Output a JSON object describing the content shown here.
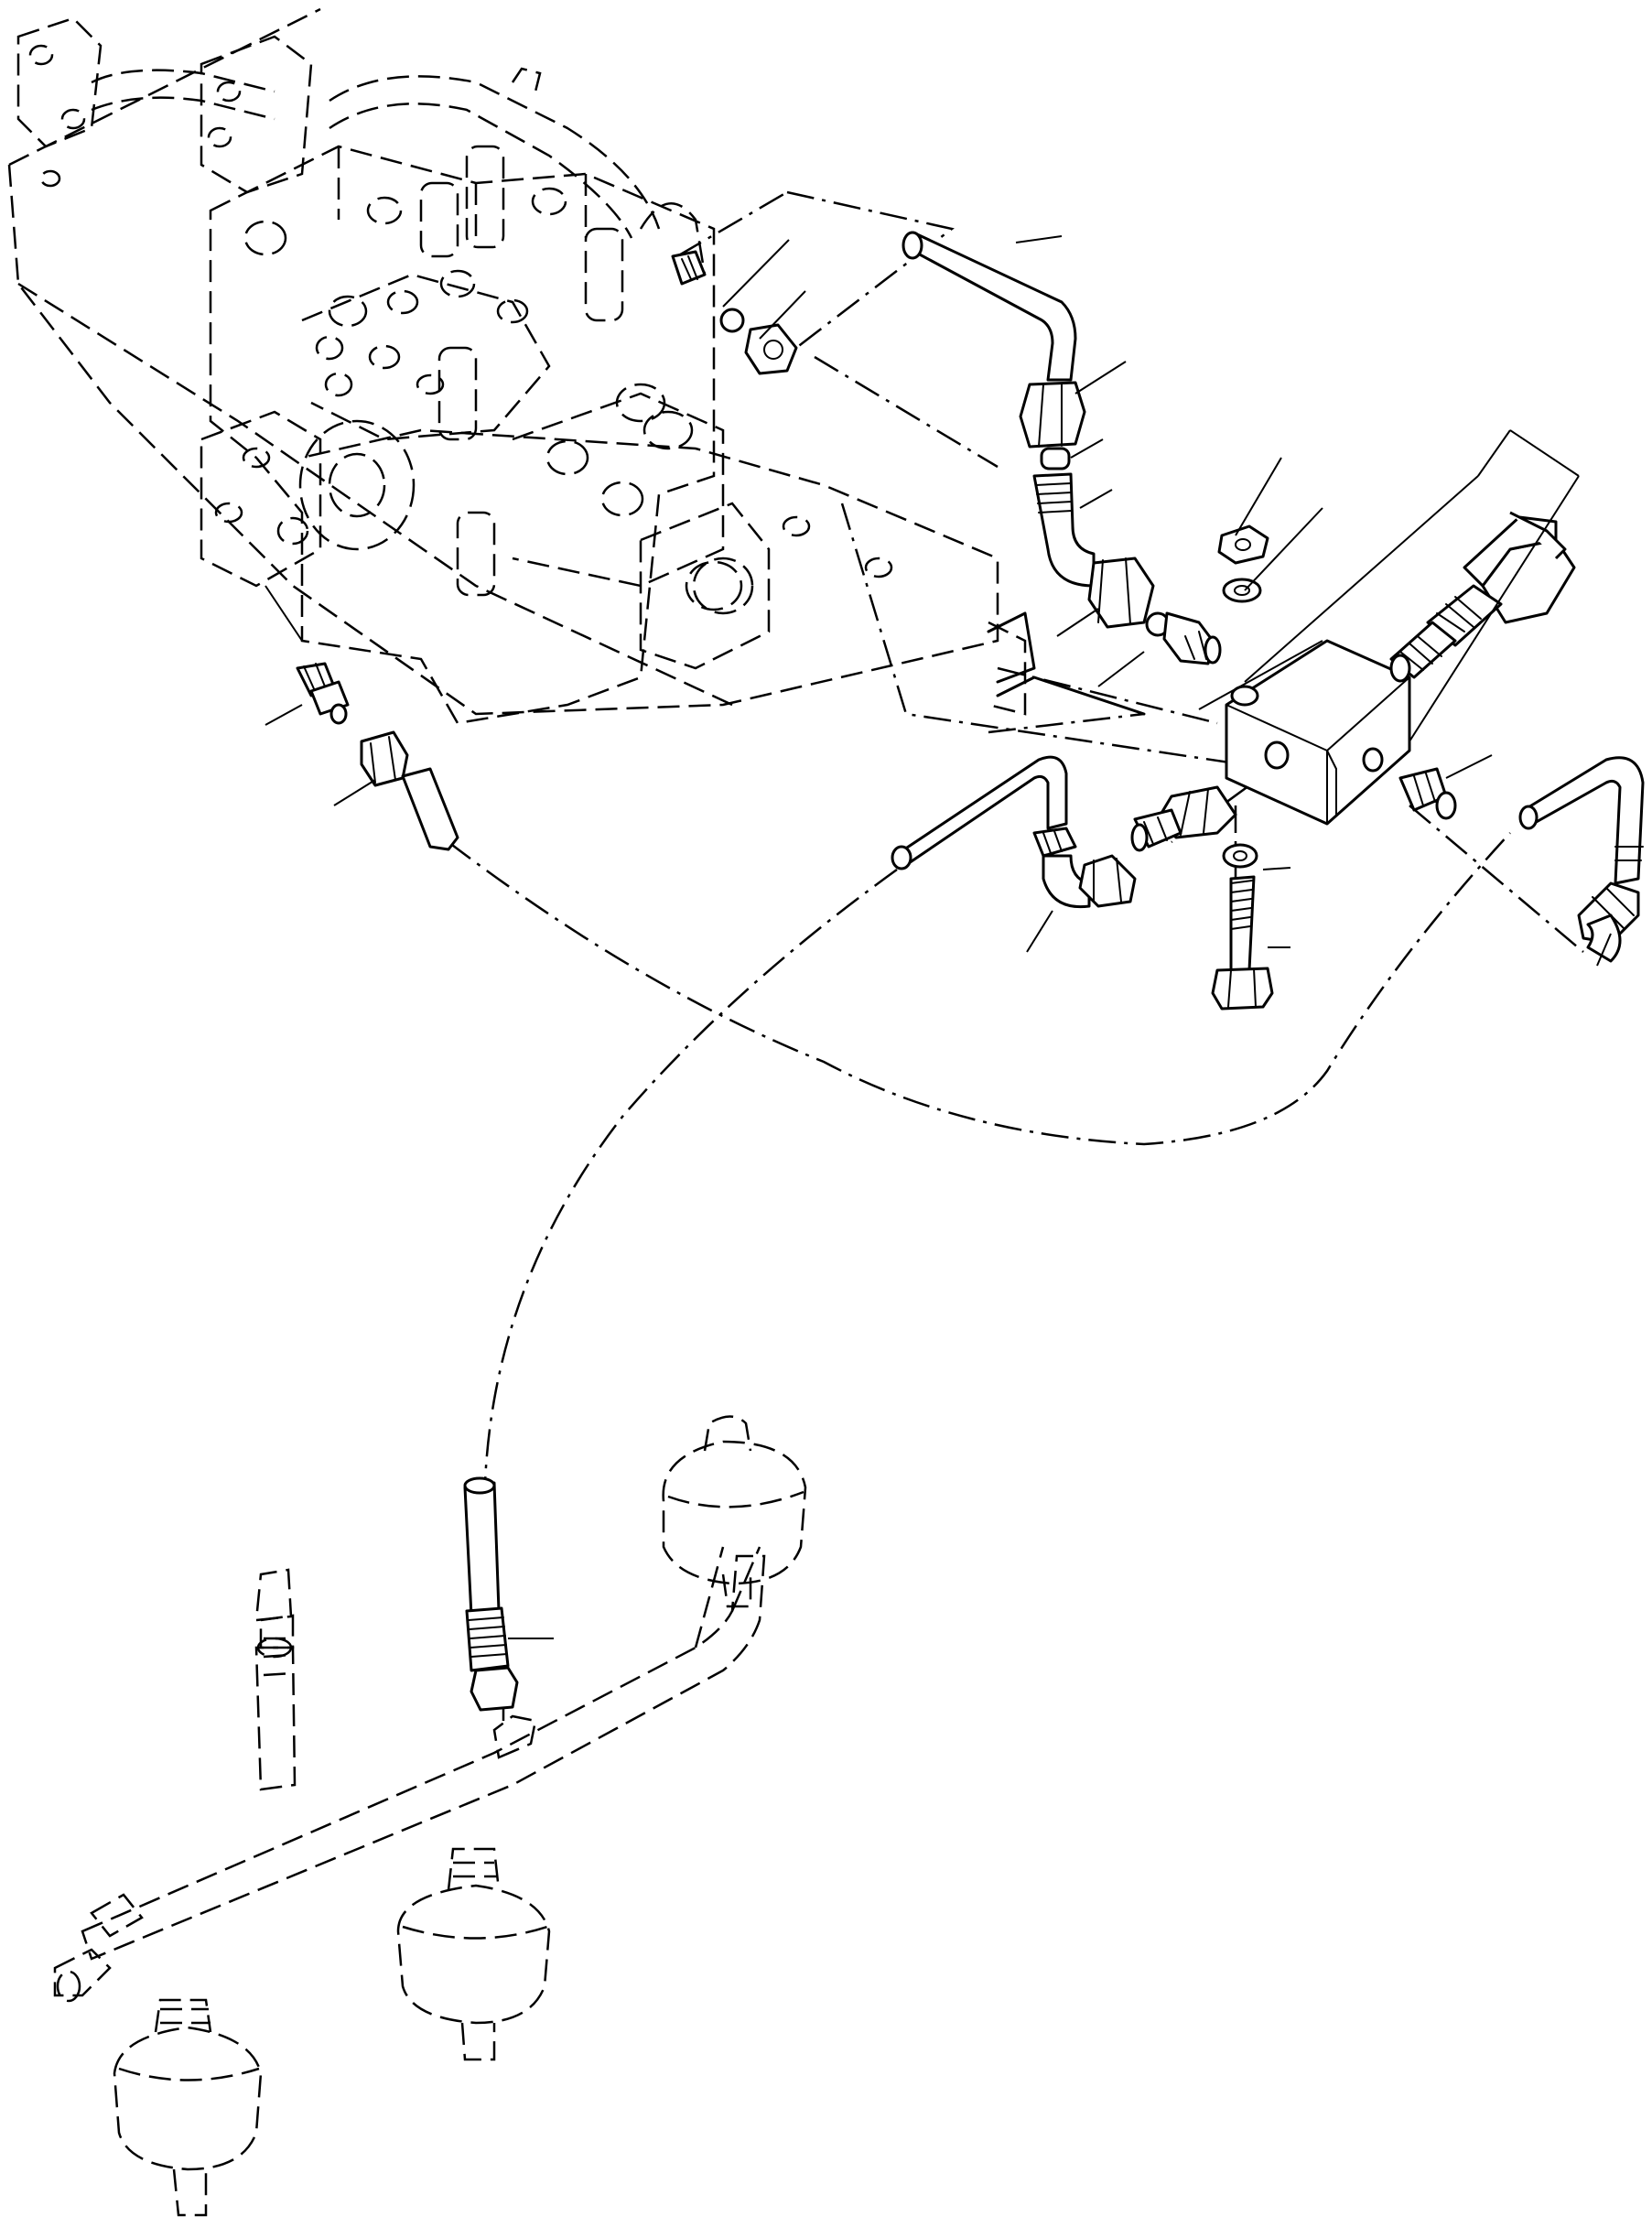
{
  "figure": {
    "description_visible_text": "",
    "callout_count": 24
  },
  "colors": {
    "ink": "#000000",
    "paper": "#ffffff"
  },
  "parts": [
    "control-valve",
    "valve-bracket",
    "upper-tube",
    "elbow-fitting",
    "relief-valve-block",
    "relief-valve-cartridge",
    "bolt",
    "washer",
    "nut",
    "left-tube",
    "right-tube",
    "vertical-tube",
    "accumulator-upper",
    "accumulator-middle",
    "accumulator-lower",
    "accumulator-manifold"
  ]
}
